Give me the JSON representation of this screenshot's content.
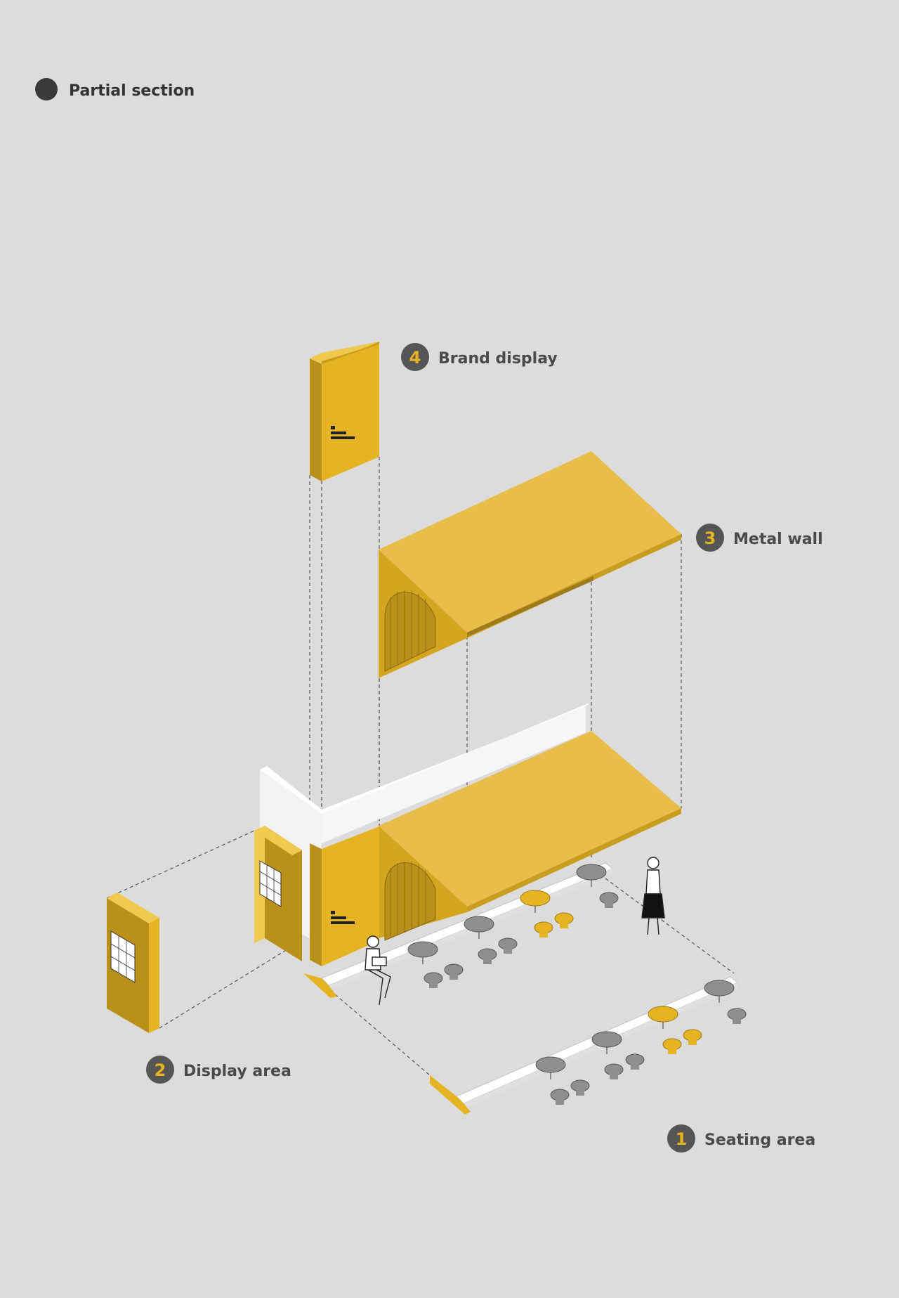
{
  "title": "Partial section",
  "labels": {
    "brand_display": {
      "number": "4",
      "text": "Brand display"
    },
    "metal_wall": {
      "number": "3",
      "text": "Metal wall"
    },
    "display_area": {
      "number": "2",
      "text": "Display area"
    },
    "seating_area": {
      "number": "1",
      "text": "Seating area"
    }
  },
  "colors": {
    "background": "#dcdcdc",
    "yellow_top": "#e8bd4a",
    "yellow_front": "#e6b422",
    "yellow_dark": "#b8901a",
    "badge": "#555555",
    "grey_seat": "#8f8f8f"
  }
}
